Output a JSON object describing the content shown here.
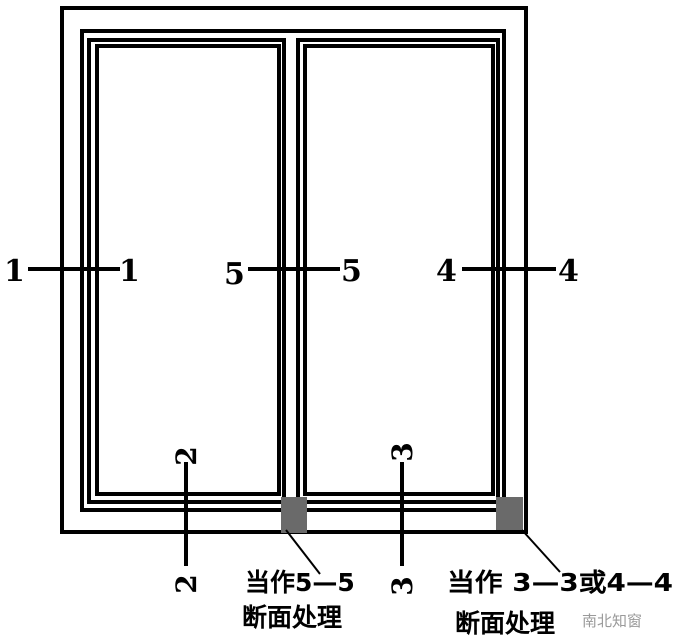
{
  "section_labels": {
    "s1_left": "1",
    "s1_right": "1",
    "s5_left": "5",
    "s5_right": "5",
    "s4_left": "4",
    "s4_right": "4",
    "s2_top": "2",
    "s2_bottom": "2",
    "s3_top": "3",
    "s3_bottom": "3"
  },
  "annotations": {
    "left_line1": "当作5—5",
    "left_line2": "断面处理",
    "right_line1": "当作 3—3或4—4",
    "right_line2": "断面处理"
  },
  "watermark": "南北知窗",
  "colors": {
    "line": "#000000",
    "corner_fill": "#6a6a6a"
  }
}
